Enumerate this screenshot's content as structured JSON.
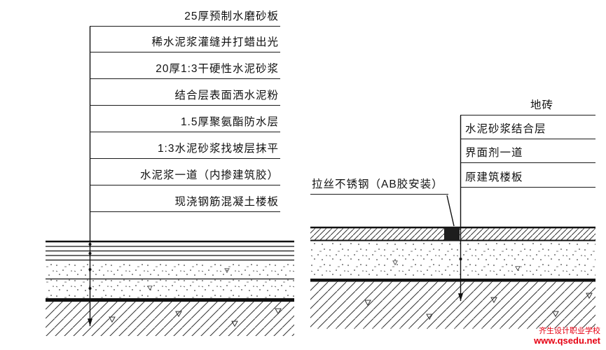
{
  "left_detail": {
    "labels": [
      "25厚预制水磨砂板",
      "稀水泥浆灌缝并打蜡出光",
      "20厚1:3干硬性水泥砂浆",
      "结合层表面洒水泥粉",
      "1.5厚聚氨酯防水层",
      "1:3水泥砂浆找坡层抹平",
      "水泥浆一道（内掺建筑胶）",
      "现浇钢筋混凝土楼板"
    ]
  },
  "right_detail": {
    "labels": [
      "地砖",
      "水泥砂浆结合层",
      "界面剂一道",
      "原建筑楼板"
    ],
    "callout_label": "拉丝不锈钢（AB胶安装）"
  },
  "watermark": {
    "school_name": "齐生设计职业学校",
    "website": "www.qsedu.net",
    "color": "#e60012"
  },
  "drawing": {
    "line_color": "#1a1a1a"
  }
}
